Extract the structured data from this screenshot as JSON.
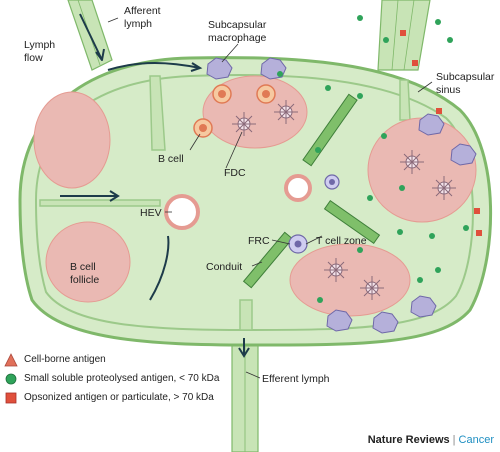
{
  "labels": {
    "afferent_lymph": "Afferent\nlymph",
    "lymph_flow": "Lymph\nflow",
    "subcapsular_macrophage": "Subcapsular\nmacrophage",
    "subcapsular_sinus": "Subcapsular\nsinus",
    "b_cell": "B cell",
    "fdc": "FDC",
    "hev": "HEV",
    "b_cell_follicle": "B cell\nfollicle",
    "frc": "FRC",
    "t_cell_zone": "T cell zone",
    "conduit": "Conduit",
    "efferent_lymph": "Efferent lymph"
  },
  "legend": [
    {
      "shape": "triangle",
      "color": "#e0705a",
      "text": "Cell-borne antigen"
    },
    {
      "shape": "circle",
      "color": "#2fa35a",
      "text": "Small soluble proteolysed antigen, < 70 kDa"
    },
    {
      "shape": "square",
      "color": "#e0503c",
      "text": "Opsonized antigen or particulate, > 70 kDa"
    }
  ],
  "credit": {
    "publisher": "Nature Reviews",
    "separator": "|",
    "journal": "Cancer"
  },
  "colors": {
    "node_fill": "#d6ebc8",
    "node_stroke": "#7fb86a",
    "follicle": "#eab9b3",
    "follicle_core": "#e59b92",
    "vessel": "#c8e4b6",
    "arrow": "#1d3b4a"
  }
}
